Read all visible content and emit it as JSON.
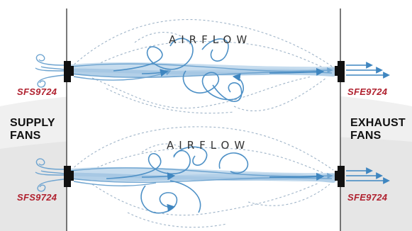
{
  "labels": {
    "supply_fans": [
      "SUPPLY",
      "FANS"
    ],
    "exhaust_fans": [
      "EXHAUST",
      "FANS"
    ],
    "airflow": "AIRFLOW"
  },
  "supply_units": [
    {
      "code": "SFS9724"
    },
    {
      "code": "SFS9724"
    }
  ],
  "exhaust_units": [
    {
      "code": "SFE9724"
    },
    {
      "code": "SFE9724"
    }
  ],
  "colors": {
    "code_text": "#b0212f",
    "flow_light": "#b8d3e8",
    "flow_medium": "#7fb0d6",
    "flow_dark": "#3f86c0",
    "fan_body": "#111111",
    "room_border": "#222222",
    "background_band": "#ececec",
    "dashed_path": "#9fb4c8"
  },
  "icons": {
    "supply_fan": "fan-unit-icon",
    "exhaust_fan": "fan-unit-icon",
    "intake_swirl": "swirl-icon",
    "exhaust_arrows": "arrow-right-icon"
  }
}
